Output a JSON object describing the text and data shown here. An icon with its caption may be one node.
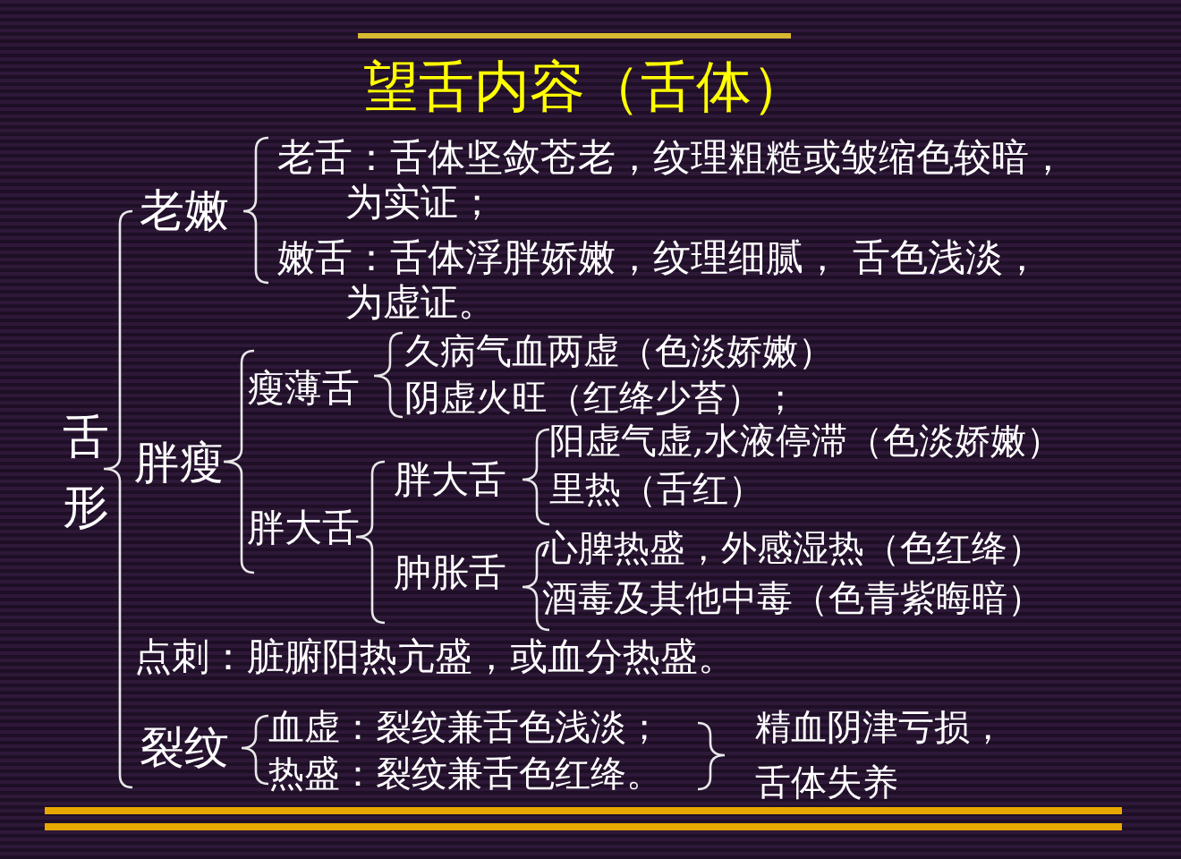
{
  "diagram": {
    "title": "望舌内容（舌体）",
    "labels": [
      "老嫩",
      "老舌：舌体坚敛苍老，纹理粗糙或皱缩色较暗，为实证；",
      "嫩舌：舌体浮胖娇嫩，纹理细腻， 舌色浅淡，为虚证。",
      "瘦薄舌",
      "久病气血两虚（色淡娇嫩）",
      "阴虚火旺（红绛少苔）；",
      "舌形",
      "胖瘦",
      "阳虚气虚,水液停滞（色淡娇嫩）",
      "胖大舌",
      "里热（舌红）",
      "胖大舌",
      "心脾热盛，外感湿热（色红绛）",
      "肿胀舌",
      "酒毒及其他中毒（色青紫晦暗）",
      "点刺：脏腑阳热亢盛，或血分热盛。",
      "裂纹",
      "血虚：裂纹兼舌色浅淡；",
      "热盛：裂纹兼舌色红绛。",
      "精血阴津亏损，舌体失养"
    ]
  }
}
